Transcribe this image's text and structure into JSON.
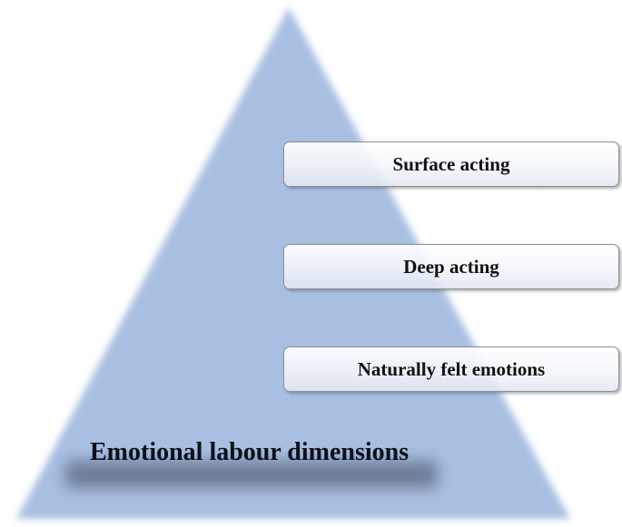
{
  "pyramid": {
    "title": "Emotional labour dimensions",
    "fill_color": "#a9bfe2"
  },
  "dimensions": [
    {
      "label": "Surface acting"
    },
    {
      "label": "Deep acting"
    },
    {
      "label": "Naturally felt emotions"
    }
  ]
}
